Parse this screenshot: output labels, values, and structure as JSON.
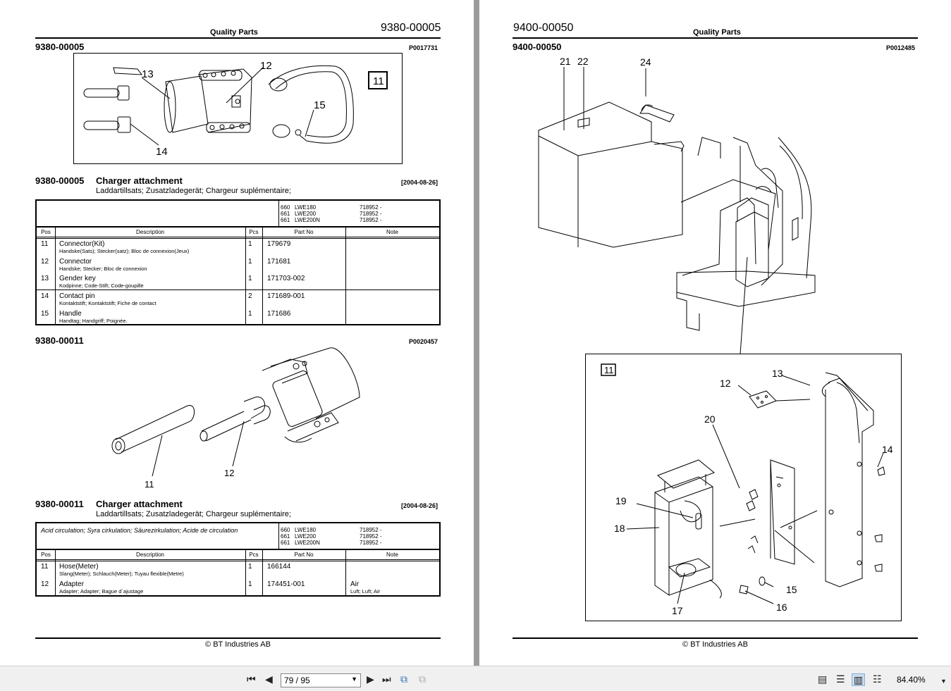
{
  "left": {
    "header_center": "Quality Parts",
    "header_number": "9380-00005",
    "section1": {
      "number": "9380-00005",
      "pcode": "P0017731",
      "callouts": [
        "13",
        "12",
        "15",
        "14"
      ],
      "boxed": "11"
    },
    "group1": {
      "number": "9380-00005",
      "title": "Charger attachment",
      "subtitle": "Laddartillsats; Zusatzladegerät; Chargeur suplémentaire;",
      "date": "[2004-08-26]",
      "note": "",
      "variants": [
        {
          "a": "660",
          "b": "LWE180",
          "c": "718952 -"
        },
        {
          "a": "661",
          "b": "LWE200",
          "c": "718952 -"
        },
        {
          "a": "661",
          "b": "LWE200N",
          "c": "718952 -"
        }
      ],
      "columns": [
        "Pos",
        "Description",
        "Pcs",
        "Part No",
        "Note"
      ],
      "rows": [
        {
          "pos": "11",
          "desc": "Connector(Kit)",
          "trans": "Handske(Sats); Stecker(satz); Bloc de connexion(Jeux)",
          "pcs": "1",
          "part": "179679",
          "note": "",
          "note2": ""
        },
        {
          "pos": "12",
          "desc": "Connector",
          "trans": "Handske; Stecker; Bloc de connexion",
          "pcs": "1",
          "part": "171681",
          "note": "",
          "note2": ""
        },
        {
          "pos": "13",
          "desc": "Gender key",
          "trans": "Kodpinne; Code-Stift; Code-goupille",
          "pcs": "1",
          "part": "171703-002",
          "note": "",
          "note2": ""
        },
        {
          "pos": "14",
          "desc": "Contact pin",
          "trans": "Kontaktstift; Kontaktstift; Fiche de contact",
          "pcs": "2",
          "part": "171689-001",
          "note": "",
          "note2": ""
        },
        {
          "pos": "15",
          "desc": "Handle",
          "trans": "Handtag; Handgriff; Poignée.",
          "pcs": "1",
          "part": "171686",
          "note": "",
          "note2": ""
        }
      ]
    },
    "section2": {
      "number": "9380-00011",
      "pcode": "P0020457",
      "callouts": [
        "11",
        "12"
      ]
    },
    "group2": {
      "number": "9380-00011",
      "title": "Charger attachment",
      "subtitle": "Laddartillsats; Zusatzladegerät; Chargeur suplémentaire;",
      "date": "[2004-08-26]",
      "note": "Acid circulation; Syra cirkulation; Säurezirkulation; Acide de circulation",
      "variants": [
        {
          "a": "660",
          "b": "LWE180",
          "c": "718952 -"
        },
        {
          "a": "661",
          "b": "LWE200",
          "c": "718952 -"
        },
        {
          "a": "661",
          "b": "LWE200N",
          "c": "718952 -"
        }
      ],
      "columns": [
        "Pos",
        "Description",
        "Pcs",
        "Part No",
        "Note"
      ],
      "rows": [
        {
          "pos": "11",
          "desc": "Hose(Meter)",
          "trans": "Slang(Meter); Schlauch(Meter); Tuyau flexible(Metre)",
          "pcs": "1",
          "part": "166144",
          "note": "",
          "note2": ""
        },
        {
          "pos": "12",
          "desc": "Adapter",
          "trans": "Adapter; Adapter; Bague d´ajustage",
          "pcs": "1",
          "part": "174451-001",
          "note": "Air",
          "note2": "Luft; Luft; Air"
        }
      ]
    },
    "footer": "© BT Industries AB"
  },
  "right": {
    "header_number": "9400-00050",
    "header_center": "Quality Parts",
    "section": {
      "number": "9400-00050",
      "pcode": "P0012485",
      "callouts": [
        "21",
        "22",
        "24",
        "11",
        "13",
        "12",
        "20",
        "14",
        "19",
        "18",
        "15",
        "16",
        "17"
      ]
    },
    "footer": "© BT Industries AB"
  },
  "toolbar": {
    "page_indicator": "79 / 95",
    "zoom": "84.40%",
    "first_icon": "first-page-icon",
    "prev_icon": "prev-page-icon",
    "next_icon": "next-page-icon",
    "last_icon": "last-page-icon"
  }
}
